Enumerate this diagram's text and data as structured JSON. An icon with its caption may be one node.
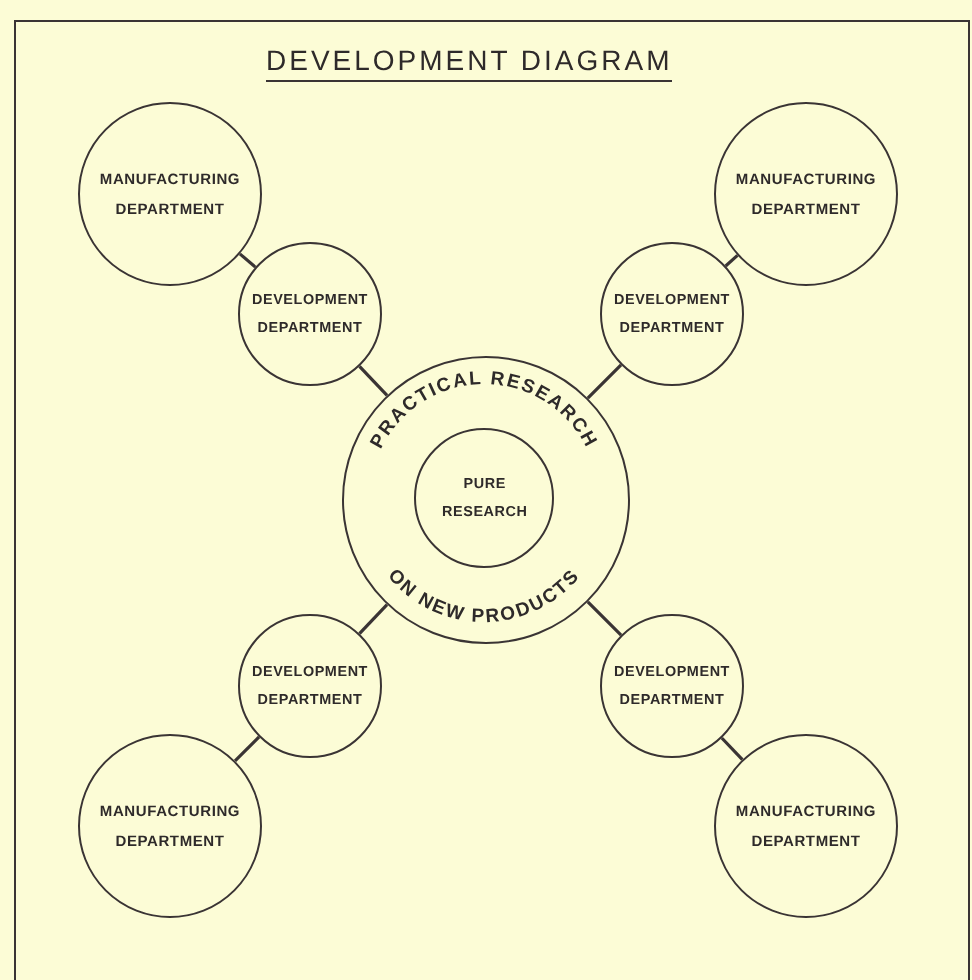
{
  "diagram": {
    "title": "DEVELOPMENT DIAGRAM",
    "nodes": [
      {
        "text": [
          "MANUFACTURING DEPARTMENT"
        ]
      },
      {
        "text": [
          "MANUFACTURING DEPARTMENT"
        ]
      },
      {
        "text": [
          "DEVELOPMENT DEPARTMENT"
        ]
      },
      {
        "text": [
          "DEVELOPMENT DEPARTMENT"
        ]
      },
      {
        "text": [
          "PRACTICAL RESEARCH",
          "ON NEW PRODUCTS"
        ]
      },
      {
        "text": [
          "PURE RESEARCH"
        ],
        "in": 4
      },
      {
        "text": [
          "DEVELOPMENT DEPARTMENT"
        ]
      },
      {
        "text": [
          "DEVELOPMENT DEPARTMENT"
        ]
      },
      {
        "text": [
          "MANUFACTURING DEPARTMENT"
        ]
      },
      {
        "text": [
          "MANUFACTURING DEPARTMENT"
        ]
      }
    ],
    "edges": [
      {
        "from": 0,
        "to": 2,
        "arrow": "none"
      },
      {
        "from": 1,
        "to": 3,
        "arrow": "none"
      },
      {
        "from": 2,
        "to": 4,
        "arrow": "none"
      },
      {
        "from": 3,
        "to": 4,
        "arrow": "none"
      },
      {
        "from": 4,
        "to": 6,
        "arrow": "none"
      },
      {
        "from": 4,
        "to": 7,
        "arrow": "none"
      },
      {
        "from": 6,
        "to": 8,
        "arrow": "none"
      },
      {
        "from": 7,
        "to": 9,
        "arrow": "none"
      }
    ]
  }
}
